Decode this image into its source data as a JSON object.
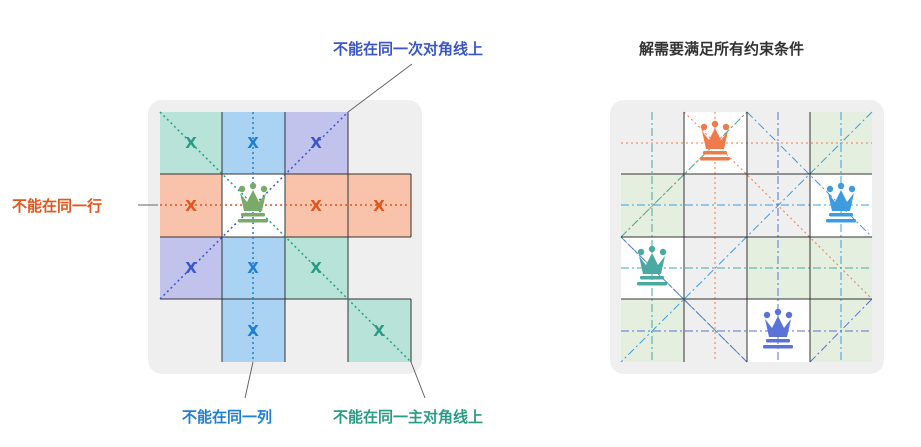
{
  "left_panel": {
    "labels": {
      "anti_diagonal": "不能在同一次对角线上",
      "row": "不能在同一行",
      "column": "不能在同一列",
      "main_diagonal": "不能在同一主对角线上"
    },
    "x_mark": "X",
    "colors": {
      "anti_diagonal": "#3a56c8",
      "row": "#e0561c",
      "column": "#1f7fd4",
      "main_diagonal": "#2a9c86",
      "queen": "#79aa6a"
    }
  },
  "right_panel": {
    "title": "解需要满足所有约束条件",
    "queen_colors": [
      "#ef7b4a",
      "#3d9ce0",
      "#4aa9a0",
      "#5b72d6"
    ]
  }
}
